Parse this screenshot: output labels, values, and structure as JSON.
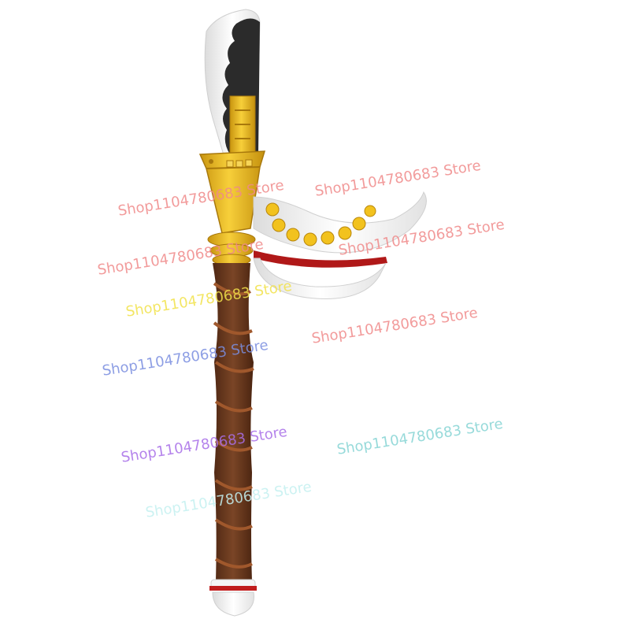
{
  "colors": {
    "background": "#ffffff",
    "blade_white": "#f2f2f2",
    "blade_black": "#2b2b2b",
    "gold": "#e9b21d",
    "gold_dark": "#b8860b",
    "shaft_brown": "#6b3a20",
    "wrap_brown": "#8a4a22",
    "red_band": "#b01818"
  },
  "watermarks": [
    {
      "text": "Shop1104780683 Store",
      "color": "#f08a8a"
    },
    {
      "text": "Shop1104780683 Store",
      "color": "#f08a8a"
    },
    {
      "text": "Shop1104780683 Store",
      "color": "#f08a8a"
    },
    {
      "text": "Shop1104780683 Store",
      "color": "#f08a8a"
    },
    {
      "text": "Shop1104780683 Store",
      "color": "#f2e24a"
    },
    {
      "text": "Shop1104780683 Store",
      "color": "#f08a8a"
    },
    {
      "text": "Shop1104780683 Store",
      "color": "#7a8ee0"
    },
    {
      "text": "Shop1104780683 Store",
      "color": "#a86ee8"
    },
    {
      "text": "Shop1104780683 Store",
      "color": "#86d4d4"
    },
    {
      "text": "Shop1104780683 Store",
      "color": "#c4f0f0"
    }
  ]
}
